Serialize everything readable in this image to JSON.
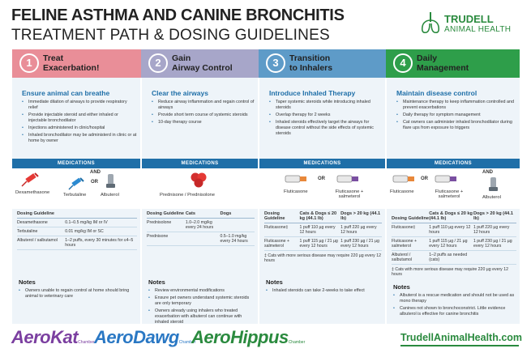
{
  "header": {
    "title": "FELINE ASTHMA AND CANINE BRONCHITIS",
    "subtitle": "TREATMENT PATH & DOSING GUIDELINES"
  },
  "logo": {
    "name": "TRUDELL",
    "tagline": "ANIMAL HEALTH"
  },
  "colors": {
    "step1": "#e98e98",
    "step2": "#a7a6c9",
    "step3": "#5e9bc8",
    "step4": "#2e9e4a",
    "accent": "#1f6fa8",
    "brand": "#2a8a3e"
  },
  "medications_label": "MEDICATIONS",
  "and_label": "AND",
  "or_label": "OR",
  "steps": [
    {
      "number": "1",
      "title_l1": "Treat",
      "title_l2": "Exacerbation!",
      "heading": "Ensure animal can breathe",
      "points": [
        "Immediate dilation of airways to provide respiratory relief",
        "Provide injectable steroid and either inhaled or injectable bronchodilator",
        "Injections administered in clinic/hospital",
        "Inhaled bronchodilator may be administerd in clinic or at home by owner"
      ],
      "med_labels": [
        "Dexamethasone",
        "Terbutaline",
        "Albuterol"
      ],
      "dosing_header": "Dosing Guideline",
      "dosing_rows": [
        [
          "Dexamethasone",
          "0.1–0.5 mg/kg IM or IV"
        ],
        [
          "Terbutaline",
          "0.01 mg/kg IM or SC"
        ],
        [
          "Albuterol / salbutamol",
          "1–2 puffs, every 30 minutes for ≤4–5 hours"
        ]
      ],
      "notes_title": "Notes",
      "notes": [
        "Owners unable to regain control at home should bring animal to veterinary care"
      ]
    },
    {
      "number": "2",
      "title_l1": "Gain",
      "title_l2": "Airway Control",
      "heading": "Clear the airways",
      "points": [
        "Reduce airway inflammation and regain control of airways",
        "Provide short term course of systemic steroids",
        "10-day therapy course"
      ],
      "med_labels": [
        "Prednisone / Prednisolone"
      ],
      "dosing_header": "Dosing Guideline",
      "col_cats": "Cats",
      "col_dogs": "Dogs",
      "dosing_rows": [
        [
          "Prednisolone",
          "1.0–2.0 mg/kg every 24 hours",
          ""
        ],
        [
          "Prednisone",
          "",
          "0.5–1.0 mg/kg every 24 hours"
        ]
      ],
      "notes_title": "Notes",
      "notes": [
        "Review environmental modifications",
        "Ensure pet owners understand systemic steroids are only temporary",
        "Owners already using inhalers who treated exacerbation with albuterol can continue with inhaled steroid"
      ]
    },
    {
      "number": "3",
      "title_l1": "Transition",
      "title_l2": "to Inhalers",
      "heading": "Introduce Inhaled Therapy",
      "points": [
        "Taper systemic steroids while introducing inhaled steroids",
        "Overlap therapy for 2 weeks",
        "Inhaled steroids effectively target the airways for disease control without the side effects of systemic steroids"
      ],
      "med_labels": [
        "Fluticasone",
        "Fluticasone + salmeterol"
      ],
      "dosing_header": "Dosing Guideline",
      "col_cats": "Cats & Dogs ≤ 20 kg (44.1 lb)",
      "col_dogs": "Dogs > 20 kg (44.1 lb)",
      "dosing_rows": [
        [
          "Fluticasone‡",
          "1 puff 110 µg every 12 hours",
          "1 puff 220 µg every 12 hours"
        ],
        [
          "Fluticasone + salmeterol",
          "1 puff 115 µg / 21 µg every 12 hours",
          "1 puff 230 µg / 21 µg every 12 hours"
        ]
      ],
      "footnote": "‡ Cats with more serious disease may require 220 µg every 12 hours",
      "notes_title": "Notes",
      "notes": [
        "Inhaled steroids can take 2-weeks to take effect"
      ]
    },
    {
      "number": "4",
      "title_l1": "Daily",
      "title_l2": "Management",
      "heading": "Maintain disease control",
      "points": [
        "Maintenance therapy to keep inflammation controlled and prevent exacerbations",
        "Daily therapy for symptom management",
        "Cat owners can administer inhaled bronchodilator during flare ups from exposure to triggers"
      ],
      "med_labels": [
        "Fluticasone",
        "Fluticasone + salmeterol",
        "Albuterol"
      ],
      "dosing_header": "Dosing Guideline",
      "col_cats": "Cats & Dogs ≤ 20 kg (44.1 lb)",
      "col_dogs": "Dogs > 20 kg (44.1 lb)",
      "dosing_rows": [
        [
          "Fluticasone‡",
          "1 puff 110 µg every 12 hours",
          "1 puff 220 µg every 12 hours"
        ],
        [
          "Fluticasone + salmeterol",
          "1 puff 115 µg / 21 µg every 12 hours",
          "1 puff 230 µg / 21 µg every 12 hours"
        ],
        [
          "Albuterol / salbutamol",
          "1–2 puffs as needed (cats)",
          ""
        ]
      ],
      "footnote": "‡ Cats with more serious disease may require 220 µg every 12 hours",
      "notes_title": "Notes",
      "notes": [
        "Albuterol is a rescue medication and should not be used as mono therapy",
        "Canines not shown to bronchoconstrict. Little evidence albuterol is effective for canine bronchitis"
      ]
    }
  ],
  "footer": {
    "brands": [
      {
        "name": "AeroKat",
        "tag": "Chamber"
      },
      {
        "name": "AeroDawg",
        "tag": "Chamber"
      },
      {
        "name": "AeroHippus",
        "tag": "Chamber"
      }
    ],
    "url": "TrudellAnimalHealth.com"
  }
}
